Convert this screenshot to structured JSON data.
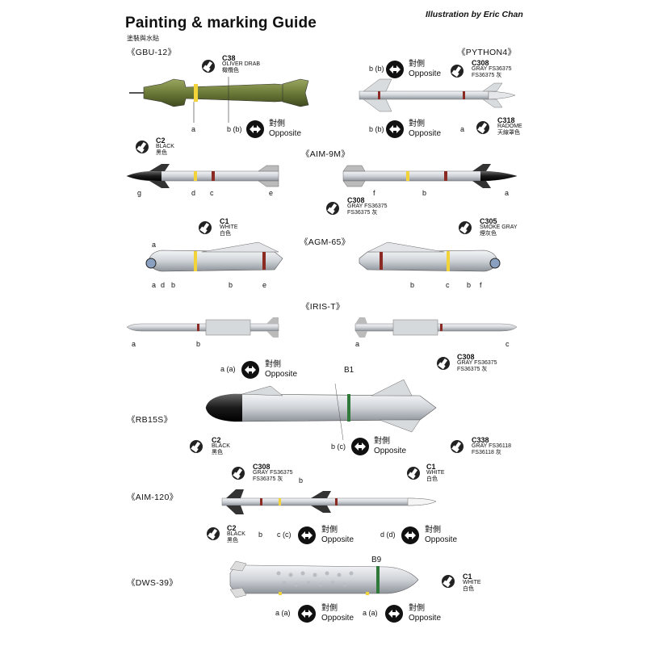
{
  "header": {
    "title": "Painting & marking Guide",
    "subtitle": "塗裝與水貼",
    "credit": "Illustration by Eric Chan"
  },
  "opposite": {
    "cn": "對側",
    "en": "Opposite"
  },
  "colors": {
    "olive": "#6b7a38",
    "gray": "#cfd3d8",
    "black": "#1a1a1a",
    "yellow": "#f2d33a",
    "red": "#8b2a22",
    "green": "#2f7a3a"
  },
  "sections": [
    {
      "id": "gbu12",
      "label": "《GBU-12》"
    },
    {
      "id": "python4",
      "label": "《PYTHON4》"
    },
    {
      "id": "aim9m",
      "label": "《AIM-9M》"
    },
    {
      "id": "agm65",
      "label": "《AGM-65》"
    },
    {
      "id": "irist",
      "label": "《IRIS-T》"
    },
    {
      "id": "rb15s",
      "label": "《RB15S》"
    },
    {
      "id": "aim120",
      "label": "《AIM-120》"
    },
    {
      "id": "dws39",
      "label": "《DWS-39》"
    }
  ],
  "paints": {
    "olive": {
      "code": "C38",
      "l1": "OLIVER DRAB",
      "l2": "橄欖色"
    },
    "gray_py": {
      "code": "C308",
      "l1": "GRAY FS36375",
      "l2": "FS36375 灰"
    },
    "radome": {
      "code": "C318",
      "l1": "RADOME",
      "l2": "天線罩色"
    },
    "black_9m": {
      "code": "C2",
      "l1": "BLACK",
      "l2": "黑色"
    },
    "gray_9m": {
      "code": "C308",
      "l1": "GRAY FS36375",
      "l2": "FS36375 灰"
    },
    "white_65": {
      "code": "C1",
      "l1": "WHITE",
      "l2": "白色"
    },
    "smoke_65": {
      "code": "C305",
      "l1": "SMOKE GRAY",
      "l2": "煙灰色"
    },
    "gray_iris": {
      "code": "C308",
      "l1": "GRAY FS36375",
      "l2": "FS36375 灰"
    },
    "black_rb": {
      "code": "C2",
      "l1": "BLACK",
      "l2": "黑色"
    },
    "gray_rb": {
      "code": "C338",
      "l1": "GRAY FS36118",
      "l2": "FS36118 灰"
    },
    "gray_120": {
      "code": "C308",
      "l1": "GRAY FS36375",
      "l2": "FS36375 灰"
    },
    "white_120": {
      "code": "C1",
      "l1": "WHITE",
      "l2": "白色"
    },
    "black_120": {
      "code": "C2",
      "l1": "BLACK",
      "l2": "黑色"
    },
    "white_dws": {
      "code": "C1",
      "l1": "WHITE",
      "l2": "白色"
    }
  },
  "labels": {
    "a": "a",
    "b": "b",
    "c": "c",
    "d": "d",
    "e": "e",
    "f": "f",
    "g": "g",
    "bb": "b (b)",
    "aa": "a (a)",
    "bc": "b (c)",
    "cc": "c (c)",
    "dd": "d (d)",
    "B1": "B1",
    "B9": "B9"
  }
}
